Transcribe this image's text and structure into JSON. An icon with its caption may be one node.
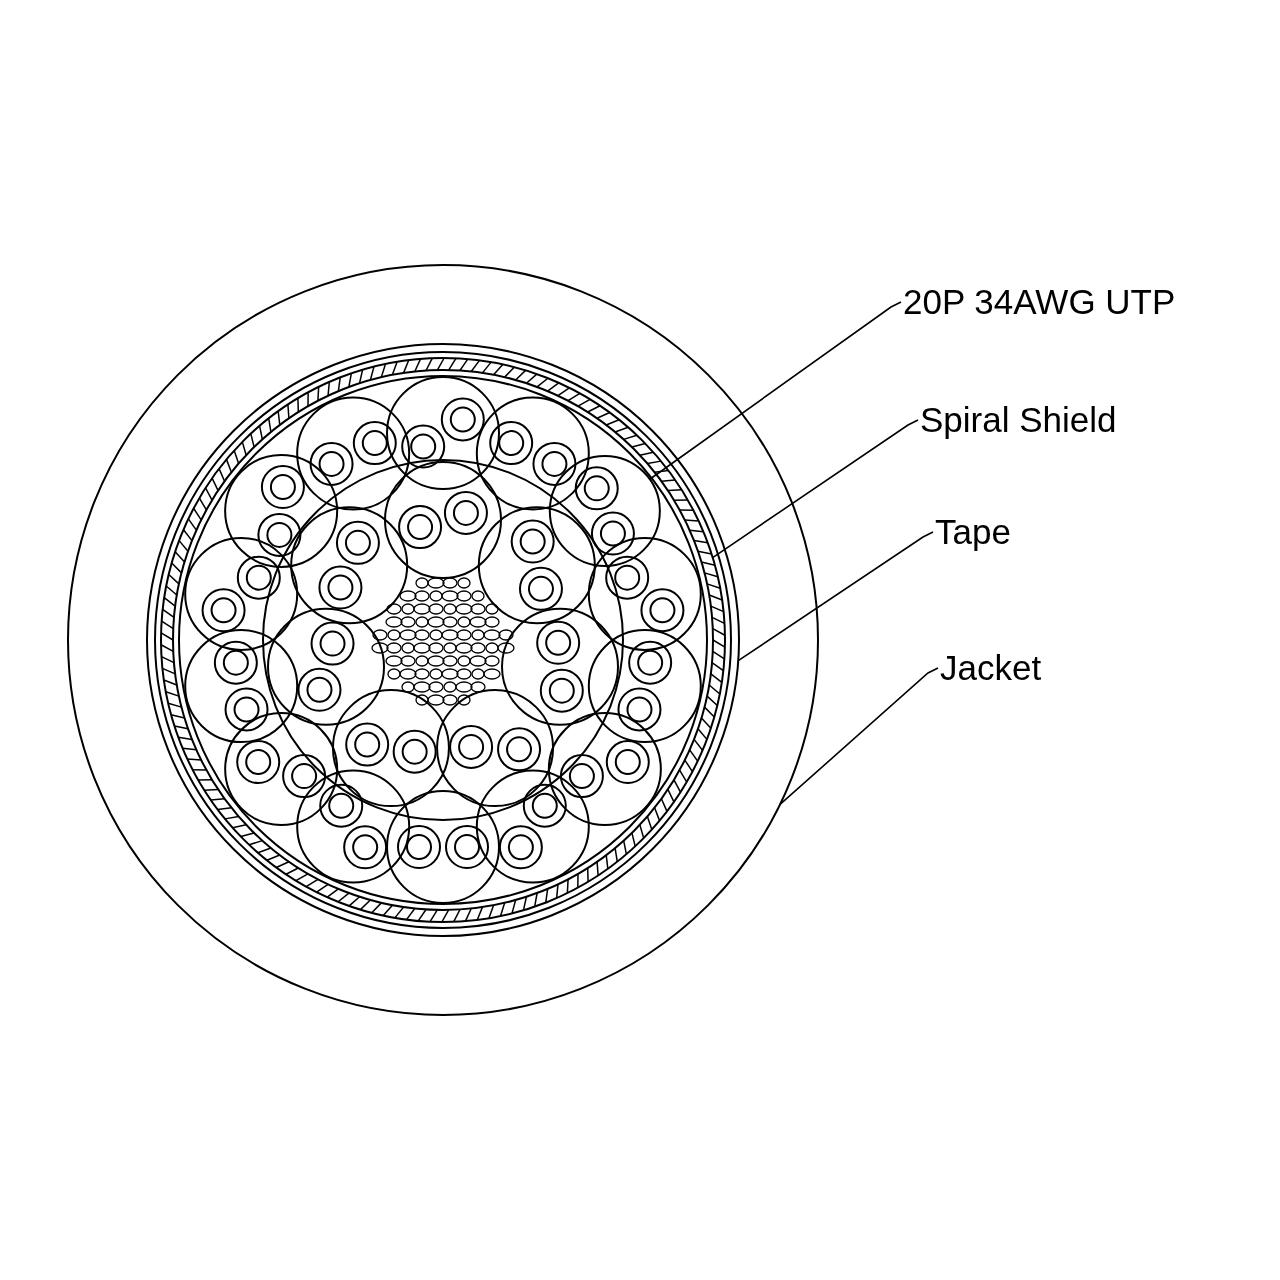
{
  "diagram": {
    "nodes": [
      {
        "text": [
          "20P 34AWG UTP"
        ]
      },
      {
        "text": [
          "Spiral Shield"
        ]
      },
      {
        "text": [
          "Tape"
        ]
      },
      {
        "text": [
          "Jacket"
        ]
      },
      {
        "text": [],
        "shape": "circle"
      },
      {
        "text": [],
        "shape": "circle",
        "in": 4
      },
      {
        "text": [],
        "shape": "circle",
        "in": 5
      },
      {
        "text": [],
        "shape": "circle",
        "in": 6
      }
    ],
    "edges": [
      {
        "from": 0,
        "to": 7,
        "arrow": "none"
      },
      {
        "from": 1,
        "to": 6,
        "arrow": "none"
      },
      {
        "from": 2,
        "to": 5,
        "arrow": "none"
      },
      {
        "from": 3,
        "to": 4,
        "arrow": "none"
      }
    ]
  }
}
